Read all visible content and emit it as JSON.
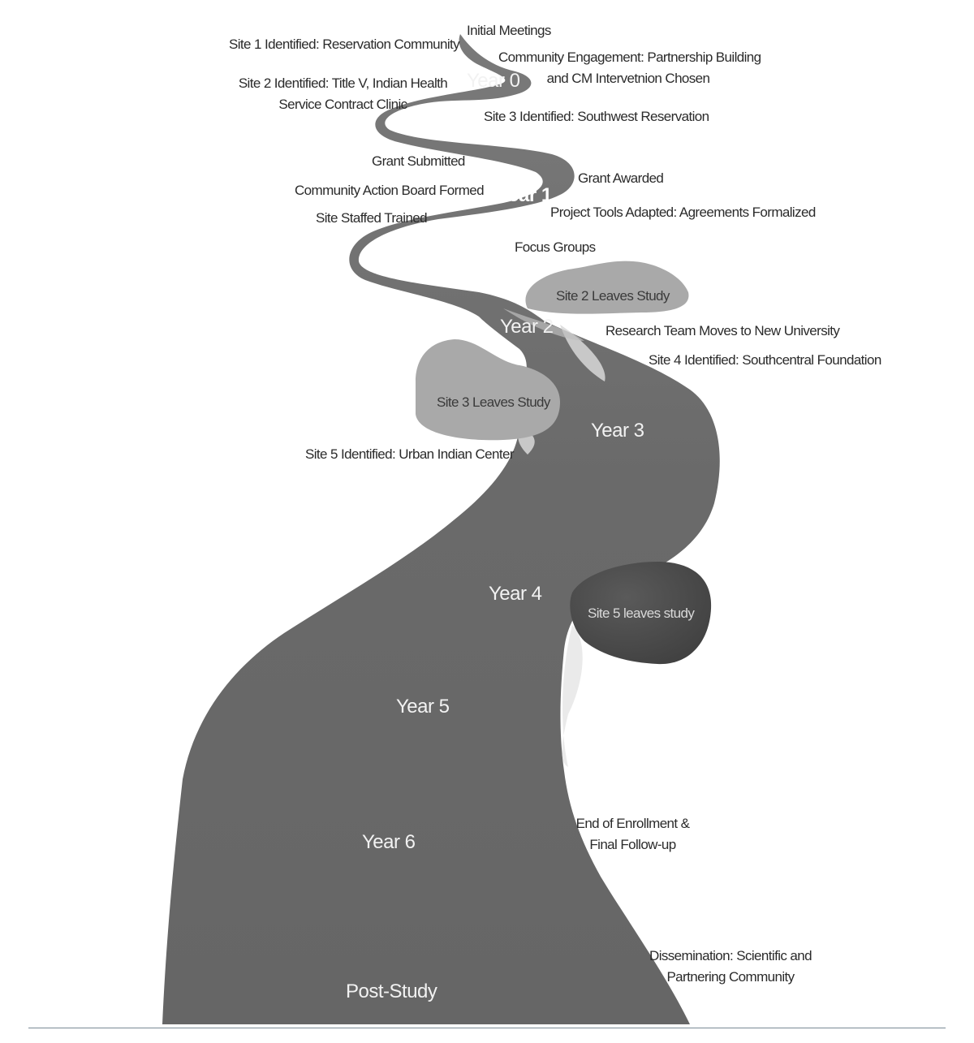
{
  "year_labels": {
    "y0": "Year 0",
    "y1": "Year 1",
    "y2": "Year 2",
    "y3": "Year 3",
    "y4": "Year 4",
    "y5": "Year 5",
    "y6": "Year 6",
    "post": "Post-Study"
  },
  "events": {
    "initial_meetings": "Initial Meetings",
    "site1": "Site 1 Identified: Reservation Community",
    "community_engagement_1": "Community Engagement: Partnership Building",
    "community_engagement_2": "and CM Intervetnion Chosen",
    "site2_1": "Site 2 Identified: Title V, Indian Health",
    "site2_2": "Service Contract Clinic",
    "site3": "Site 3 Identified: Southwest Reservation",
    "grant_submitted": "Grant Submitted",
    "grant_awarded": "Grant Awarded",
    "cab_formed": "Community Action Board Formed",
    "project_tools": "Project Tools Adapted: Agreements Formalized",
    "site_staffed": "Site Staffed Trained",
    "focus_groups": "Focus Groups",
    "research_team": "Research Team Moves to New University",
    "site4": "Site 4 Identified: Southcentral Foundation",
    "site5": "Site 5 Identified: Urban Indian Center",
    "end_enrollment_1": "End of Enrollment &",
    "end_enrollment_2": "Final Follow-up",
    "dissemination_1": "Dissemination: Scientific and",
    "dissemination_2": "Partnering Community"
  },
  "ponds": {
    "site2": "Site 2 Leaves Study",
    "site3": "Site 3 Leaves Study",
    "site5": "Site 5 leaves study"
  },
  "colors": {
    "river": "#6b6b6b",
    "river_dark": "#5a5a5a",
    "pond_light": "#a9a9a9",
    "pond_dark": "#4a4a4a",
    "text": "#2b2b2b"
  }
}
